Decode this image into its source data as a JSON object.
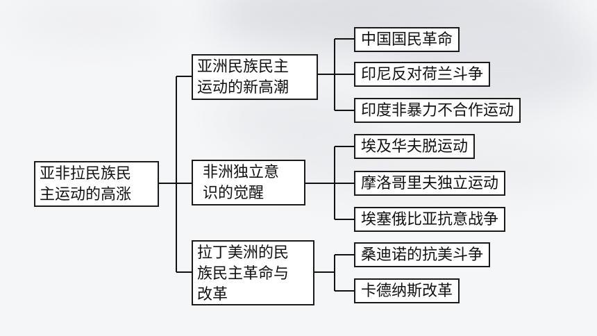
{
  "root": {
    "line1": "亚非拉民族民",
    "line2": "主运动的高涨"
  },
  "branches": [
    {
      "line1": "亚洲民族民主",
      "line2": "运动的新高潮",
      "leaves": [
        "中国国民革命",
        "印尼反对荷兰斗争",
        "印度非暴力不合作运动"
      ]
    },
    {
      "line1": "非洲独立意",
      "line2": "识的觉醒",
      "leaves": [
        "埃及华夫脱运动",
        "摩洛哥里夫独立运动",
        "埃塞俄比亚抗意战争"
      ]
    },
    {
      "line1": "拉丁美洲的民",
      "line2": "族民主革命与",
      "line3": "改革",
      "leaves": [
        "桑迪诺的抗美斗争",
        "卡德纳斯改革"
      ]
    }
  ]
}
